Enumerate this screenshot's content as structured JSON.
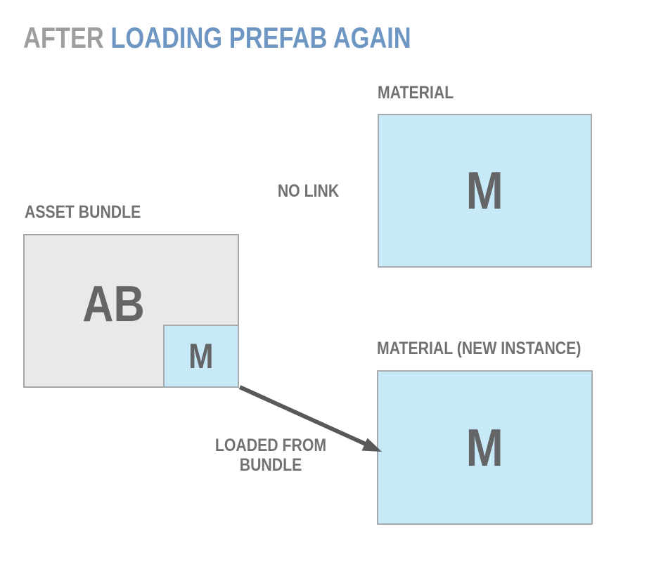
{
  "title": {
    "prefix": "AFTER ",
    "highlight": "LOADING PREFAB AGAIN"
  },
  "colors": {
    "title_prefix": "#9e9e9e",
    "title_highlight": "#6e96c3",
    "box_blue_fill": "#c8e9f7",
    "box_gray_fill": "#e9e9e9",
    "box_border": "#a5abaf",
    "box_gray_border": "#a6a6a6",
    "letter": "#646567",
    "label": "#717171",
    "arrow": "#58595b"
  },
  "diagram": {
    "material_top": {
      "label": "MATERIAL",
      "letter": "M"
    },
    "asset_bundle": {
      "label": "ASSET BUNDLE",
      "letter": "AB"
    },
    "bundled_material": {
      "letter": "M"
    },
    "material_new": {
      "label": "MATERIAL (NEW INSTANCE)",
      "letter": "M"
    },
    "no_link_label": "NO LINK",
    "arrow_label_line1": "LOADED FROM",
    "arrow_label_line2": "BUNDLE"
  }
}
